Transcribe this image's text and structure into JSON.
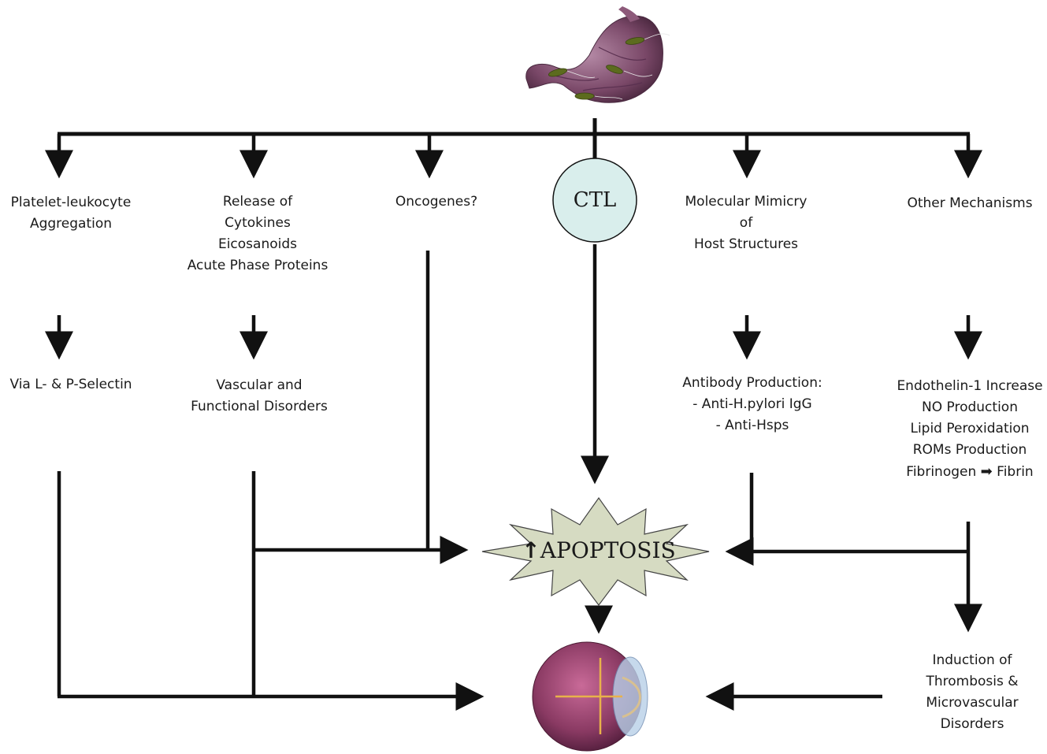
{
  "colors": {
    "line": "#111111",
    "ctl_fill": "#d9eeec",
    "apoptosis_fill": "#d6dbc2",
    "stomach": "#7a4868",
    "bacteria": "#5c6b1e",
    "eye": "#8a3a63",
    "eye_arrows": "#e8b24a"
  },
  "icons": {
    "stomach": "stomach-illustration-icon",
    "eye": "eye-illustration-icon",
    "apoptosis_up": "up-arrow-icon",
    "fibrin_arrow": "right-arrow-icon"
  },
  "pathways": {
    "platelet": {
      "top": [
        "Platelet-leukocyte",
        "Aggregation"
      ],
      "mid": [
        "Via L- & P-Selectin"
      ]
    },
    "release": {
      "top": [
        "Release of",
        "Cytokines",
        "Eicosanoids",
        "Acute Phase Proteins"
      ],
      "mid": [
        "Vascular and",
        "Functional Disorders"
      ]
    },
    "oncogenes": {
      "top": [
        "Oncogenes?"
      ]
    },
    "ctl": {
      "label": "CTL"
    },
    "mimicry": {
      "top": [
        "Molecular Mimicry",
        "of",
        "Host Structures"
      ],
      "mid": [
        "Antibody Production:",
        "- Anti-H.pylori IgG",
        "- Anti-Hsps"
      ]
    },
    "other": {
      "top": [
        "Other Mechanisms"
      ],
      "mid": [
        "Endothelin-1 Increase",
        "NO Production",
        "Lipid Peroxidation",
        "ROMs Production"
      ],
      "fibrinogen": "Fibrinogen",
      "fibrin": "Fibrin"
    },
    "induction": {
      "label": [
        "Induction of",
        "Thrombosis &",
        "Microvascular",
        "Disorders"
      ]
    }
  },
  "apoptosis": {
    "label": "APOPTOSIS"
  }
}
